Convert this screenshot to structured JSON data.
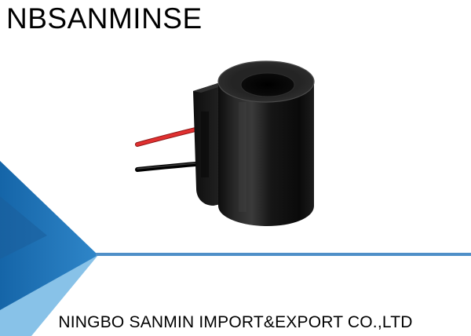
{
  "brand": {
    "name": "NBSANMINSE"
  },
  "footer": {
    "company": "NINGBO SANMIN IMPORT&EXPORT CO.,LTD"
  },
  "colors": {
    "accent_dark": "#1e6fb0",
    "accent_light": "#5aa6dc",
    "divider": "#4f8fc8",
    "coil_body": "#1a1a1a",
    "wire_red": "#d62a2a",
    "wire_black": "#151515"
  },
  "product": {
    "kind": "solenoid-coil-photo"
  }
}
